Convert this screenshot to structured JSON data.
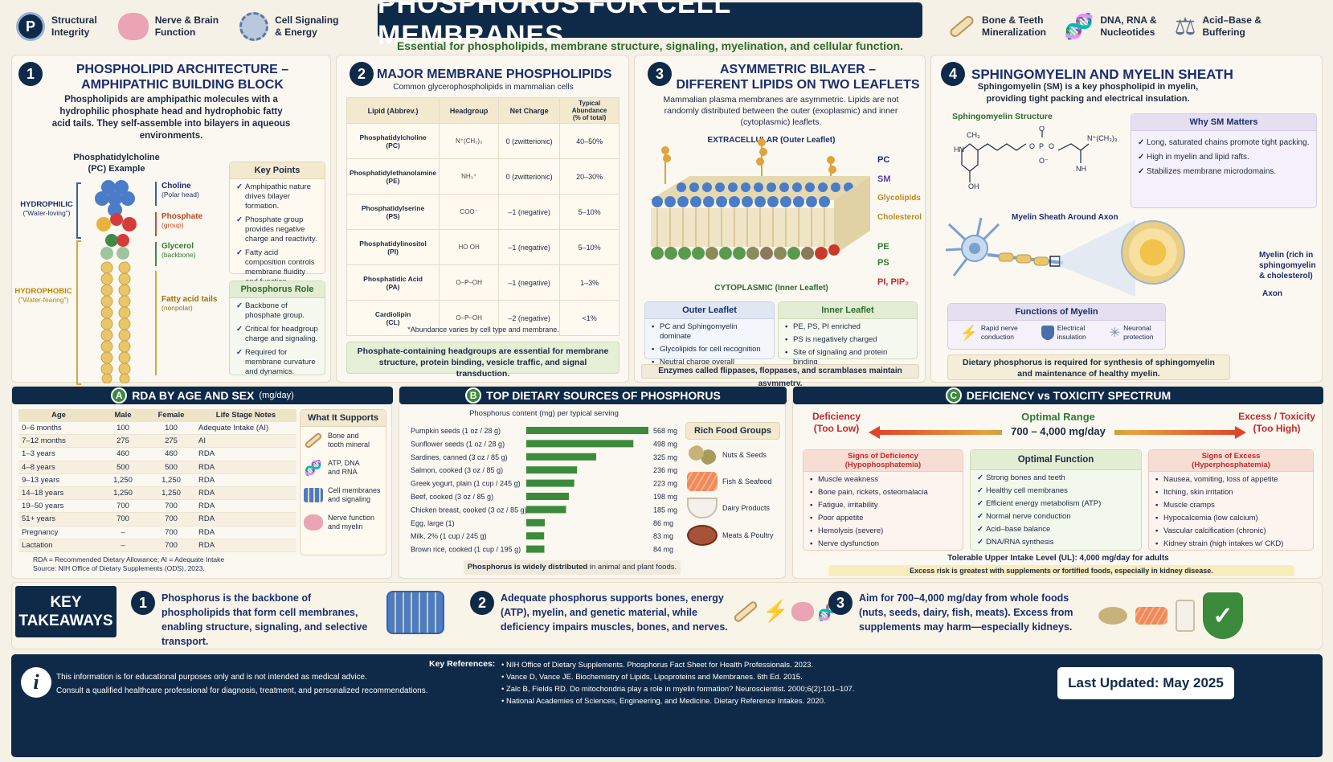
{
  "top_left": [
    {
      "icon": "p-circle-icon",
      "label": "Structural\nIntegrity"
    },
    {
      "icon": "brain-icon",
      "label": "Nerve & Brain\nFunction"
    },
    {
      "icon": "cell-icon",
      "label": "Cell Signaling\n& Energy"
    }
  ],
  "top_right": [
    {
      "icon": "bone-icon",
      "label": "Bone & Teeth\nMineralization"
    },
    {
      "icon": "dna-icon",
      "label": "DNA, RNA &\nNucleotides"
    },
    {
      "icon": "scale-icon",
      "label": "Acid–Base &\nBuffering"
    }
  ],
  "title": "PHOSPHORUS FOR CELL MEMBRANES",
  "subtitle": "Essential for phospholipids, membrane structure, signaling, myelination, and cellular function.",
  "s1": {
    "num": "1",
    "title": "PHOSPHOLIPID ARCHITECTURE –\nAMPHIPATHIC BUILDING BLOCK",
    "desc": "Phospholipids are amphipathic molecules with a hydrophilic phosphate head and hydrophobic fatty acid tails. They self-assemble into bilayers in aqueous environments.",
    "example": "Phosphatidylcholine\n(PC) Example",
    "hydrophilic": "HYDROPHILIC",
    "hydrophilic_sub": "(\"Water-loving\")",
    "hydrophobic": "HYDROPHOBIC",
    "hydrophobic_sub": "(\"Water-fearing\")",
    "parts": [
      {
        "name": "Choline",
        "sub": "(Polar head)"
      },
      {
        "name": "Phosphate",
        "sub": "(group)"
      },
      {
        "name": "Glycerol",
        "sub": "(backbone)"
      },
      {
        "name": "Fatty acid tails",
        "sub": "(nonpolar)"
      }
    ],
    "kp_title": "Key Points",
    "kp": [
      "Amphipathic nature drives bilayer formation.",
      "Phosphate group provides negative charge and reactivity.",
      "Fatty acid composition controls membrane fluidity and function."
    ],
    "pr_title": "Phosphorus Role",
    "pr": [
      "Backbone of phosphate group.",
      "Critical for headgroup charge and signaling.",
      "Required for membrane curvature and dynamics."
    ]
  },
  "s2": {
    "num": "2",
    "title": "MAJOR MEMBRANE PHOSPHOLIPIDS",
    "sub": "Common glycerophospholipids in mammalian cells",
    "cols": [
      "Lipid (Abbrev.)",
      "Headgroup",
      "Net Charge",
      "Typical Abundance\n(% of total)"
    ],
    "rows": [
      {
        "lipid": "Phosphatidylcholine\n(PC)",
        "head": "N⁺(CH₃)₃",
        "charge": "0 (zwitterionic)",
        "abund": "40–50%"
      },
      {
        "lipid": "Phosphatidylethanolamine\n(PE)",
        "head": "NH₃⁺",
        "charge": "0 (zwitterionic)",
        "abund": "20–30%"
      },
      {
        "lipid": "Phosphatidylserine\n(PS)",
        "head": "COO⁻",
        "charge": "–1 (negative)",
        "abund": "5–10%"
      },
      {
        "lipid": "Phosphatidylinositol\n(PI)",
        "head": "HO OH",
        "charge": "–1 (negative)",
        "abund": "5–10%"
      },
      {
        "lipid": "Phosphatidic Acid\n(PA)",
        "head": "O–P–OH",
        "charge": "–1 (negative)",
        "abund": "1–3%"
      },
      {
        "lipid": "Cardiolipin\n(CL)",
        "head": "O–P–OH",
        "charge": "–2 (negative)",
        "abund": "<1%"
      }
    ],
    "note": "*Abundance varies by cell type and membrane.",
    "footer": "Phosphate-containing headgroups are essential for membrane structure, protein binding, vesicle traffic, and signal transduction."
  },
  "s3": {
    "num": "3",
    "title": "ASYMMETRIC BILAYER –\nDIFFERENT LIPIDS ON TWO LEAFLETS",
    "desc": "Mammalian plasma membranes are asymmetric. Lipids are not randomly distributed between the outer (exoplasmic) and inner (cytoplasmic) leaflets.",
    "extra": "EXTRACELLULAR (Outer Leaflet)",
    "cyto": "CYTOPLASMIC (Inner Leaflet)",
    "labels": [
      {
        "t": "PC",
        "c": "#1a2e6e"
      },
      {
        "t": "SM",
        "c": "#5b3fa0"
      },
      {
        "t": "Glycolipids",
        "c": "#c0891c"
      },
      {
        "t": "Cholesterol",
        "c": "#c0891c"
      },
      {
        "t": "PE",
        "c": "#2e7d32"
      },
      {
        "t": "PS",
        "c": "#2e7d32"
      },
      {
        "t": "PI, PIP₂",
        "c": "#c62828"
      }
    ],
    "outer_title": "Outer Leaflet",
    "outer": [
      "PC and Sphingomyelin dominate",
      "Glycolipids for cell recognition",
      "Neutral charge overall"
    ],
    "inner_title": "Inner Leaflet",
    "inner": [
      "PE, PS, PI enriched",
      "PS is negatively charged",
      "Site of signaling and protein binding"
    ],
    "footer": "Enzymes called flippases, floppases, and scramblases maintain asymmetry."
  },
  "s4": {
    "num": "4",
    "title": "SPHINGOMYELIN AND MYELIN SHEATH",
    "desc": "Sphingomyelin (SM) is a key phospholipid in myelin, providing tight packing and electrical insulation.",
    "struct_title": "Sphingomyelin Structure",
    "why_title": "Why SM Matters",
    "why": [
      "Long, saturated chains promote tight packing.",
      "High in myelin and lipid rafts.",
      "Stabilizes membrane microdomains."
    ],
    "sheath_title": "Myelin Sheath Around Axon",
    "myelin_label": "Myelin (rich in sphingomyelin & cholesterol)",
    "axon_label": "Axon",
    "func_title": "Functions of Myelin",
    "funcs": [
      {
        "icon": "lightning-icon",
        "t": "Rapid nerve\nconduction"
      },
      {
        "icon": "shield-icon",
        "t": "Electrical\ninsulation"
      },
      {
        "icon": "neuron-icon",
        "t": "Neuronal\nprotection"
      }
    ],
    "footer": "Dietary phosphorus is required for synthesis of sphingomyelin and maintenance of healthy myelin."
  },
  "sA": {
    "letter": "A",
    "title": "RDA BY AGE AND SEX",
    "unit": "(mg/day)",
    "cols": [
      "Age",
      "Male",
      "Female",
      "Life Stage Notes"
    ],
    "rows": [
      [
        "0–6 months",
        "100",
        "100",
        "Adequate Intake (AI)"
      ],
      [
        "7–12 months",
        "275",
        "275",
        "AI"
      ],
      [
        "1–3 years",
        "460",
        "460",
        "RDA"
      ],
      [
        "4–8 years",
        "500",
        "500",
        "RDA"
      ],
      [
        "9–13 years",
        "1,250",
        "1,250",
        "RDA"
      ],
      [
        "14–18 years",
        "1,250",
        "1,250",
        "RDA"
      ],
      [
        "19–50 years",
        "700",
        "700",
        "RDA"
      ],
      [
        "51+ years",
        "700",
        "700",
        "RDA"
      ],
      [
        "Pregnancy",
        "–",
        "700",
        "RDA"
      ],
      [
        "Lactation",
        "–",
        "700",
        "RDA"
      ]
    ],
    "supports_title": "What It Supports",
    "supports": [
      {
        "icon": "bone-icon",
        "t": "Bone and\ntooth mineral"
      },
      {
        "icon": "dna-icon",
        "t": "ATP, DNA\nand RNA"
      },
      {
        "icon": "membrane-icon",
        "t": "Cell membranes\nand signaling"
      },
      {
        "icon": "brain-icon",
        "t": "Nerve function\nand myelin"
      }
    ],
    "note1": "RDA = Recommended Dietary Allowance; AI = Adequate Intake",
    "note2": "Source: NIH Office of Dietary Supplements (ODS), 2023."
  },
  "chart_data": {
    "type": "bar",
    "orientation": "horizontal",
    "title": "Phosphorus content (mg) per typical serving",
    "categories": [
      "Pumpkin seeds (1 oz / 28 g)",
      "Sunflower seeds (1 oz / 28 g)",
      "Sardines, canned (3 oz / 85 g)",
      "Salmon, cooked (3 oz / 85 g)",
      "Greek yogurt, plain (1 cup / 245 g)",
      "Beef, cooked (3 oz / 85 g)",
      "Chicken breast, cooked (3 oz / 85 g)",
      "Egg, large (1)",
      "Milk, 2% (1 cup / 245 g)",
      "Brown rice, cooked (1 cup / 195 g)"
    ],
    "values": [
      568,
      498,
      325,
      236,
      223,
      198,
      185,
      86,
      83,
      84
    ],
    "value_labels": [
      "568 mg",
      "498 mg",
      "325 mg",
      "236 mg",
      "223 mg",
      "198 mg",
      "185 mg",
      "86 mg",
      "83 mg",
      "84 mg"
    ],
    "color": "#3c8a3c"
  },
  "sB": {
    "letter": "B",
    "title": "TOP DIETARY SOURCES OF PHOSPHORUS",
    "groups_title": "Rich Food Groups",
    "groups": [
      {
        "icon": "nuts-icon",
        "t": "Nuts & Seeds"
      },
      {
        "icon": "fish-icon",
        "t": "Fish & Seafood"
      },
      {
        "icon": "dairy-icon",
        "t": "Dairy Products"
      },
      {
        "icon": "meat-icon",
        "t": "Meats & Poultry"
      }
    ],
    "footer_bold": "Phosphorus is widely distributed",
    "footer_rest": " in animal and plant foods."
  },
  "sC": {
    "letter": "C",
    "title": "DEFICIENCY vs TOXICITY SPECTRUM",
    "def": "Deficiency\n(Too Low)",
    "opt": "Optimal Range",
    "range": "700 – 4,000 mg/day",
    "exc": "Excess / Toxicity\n(Too High)",
    "def_title": "Signs of Deficiency\n(Hypophosphatemia)",
    "def_items": [
      "Muscle weakness",
      "Bone pain, rickets, osteomalacia",
      "Fatigue, irritability",
      "Poor appetite",
      "Hemolysis (severe)",
      "Nerve dysfunction"
    ],
    "opt_title": "Optimal Function",
    "opt_items": [
      "Strong bones and teeth",
      "Healthy cell membranes",
      "Efficient energy metabolism (ATP)",
      "Normal nerve conduction",
      "Acid–base balance",
      "DNA/RNA synthesis"
    ],
    "exc_title": "Signs of Excess\n(Hyperphosphatemia)",
    "exc_items": [
      "Nausea, vomiting, loss of appetite",
      "Itching, skin irritation",
      "Muscle cramps",
      "Hypocalcemia (low calcium)",
      "Vascular calcification (chronic)",
      "Kidney strain (high intakes w/ CKD)"
    ],
    "ul": "Tolerable Upper Intake Level (UL): 4,000 mg/day for adults",
    "risk": "Excess risk is greatest with supplements or fortified foods, especially in kidney disease."
  },
  "takeaways": {
    "title": "KEY\nTAKEAWAYS",
    "items": [
      {
        "num": "1",
        "t": "Phosphorus is the backbone of phospholipids that form cell membranes, enabling structure, signaling, and selective transport."
      },
      {
        "num": "2",
        "t": "Adequate phosphorus supports bones, energy (ATP), myelin, and genetic material, while deficiency impairs muscles, bones, and nerves."
      },
      {
        "num": "3",
        "t": "Aim for 700–4,000 mg/day from whole foods (nuts, seeds, dairy, fish, meats). Excess from supplements may harm—especially kidneys."
      }
    ]
  },
  "footer": {
    "disc1": "This information is for educational purposes only and is not intended as medical advice.",
    "disc2": "Consult a qualified healthcare professional for diagnosis, treatment, and personalized recommendations.",
    "refs_title": "Key References:",
    "refs": [
      "NIH Office of Dietary Supplements. Phosphorus Fact Sheet for Health Professionals. 2023.",
      "Vance D, Vance JE. Biochemistry of Lipids, Lipoproteins and Membranes. 6th Ed. 2015.",
      "Zalc B, Fields RD. Do mitochondria play a role in myelin formation? Neuroscientist. 2000;6(2):101–107.",
      "National Academies of Sciences, Engineering, and Medicine. Dietary Reference Intakes. 2020."
    ],
    "updated": "Last Updated: May 2025"
  }
}
